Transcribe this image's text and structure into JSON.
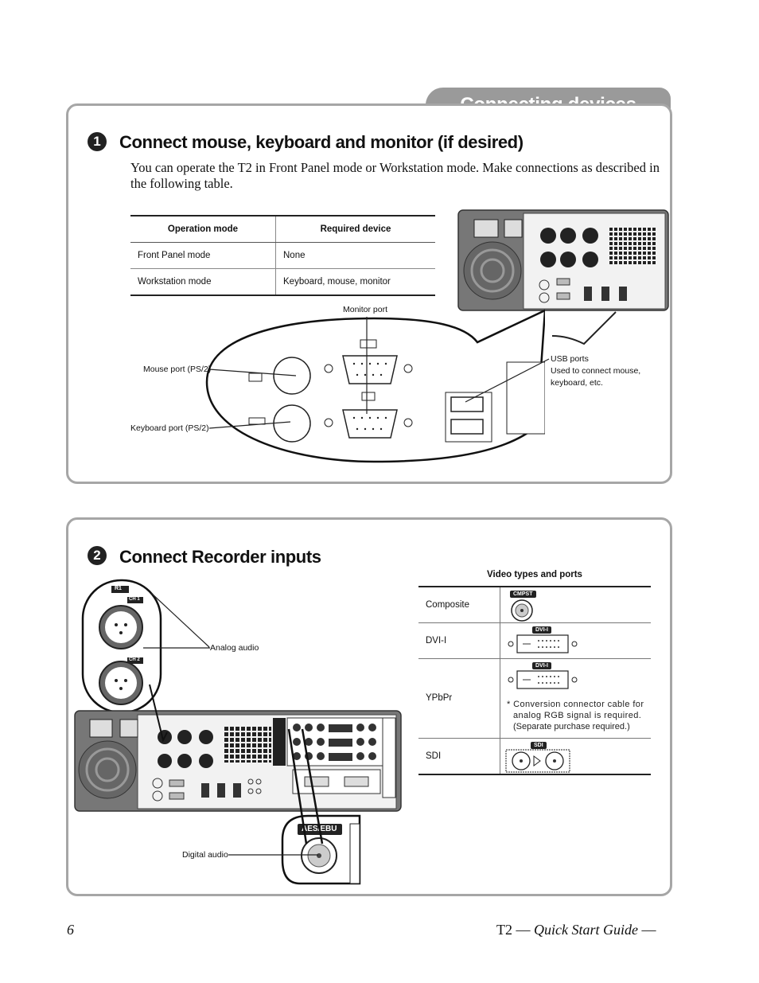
{
  "header": {
    "section_title": "Connecting devices"
  },
  "step1": {
    "number": "1",
    "title": "Connect mouse, keyboard and monitor (if desired)",
    "intro": "You can operate the T2 in Front Panel mode or Workstation mode. Make connections as described in the following table.",
    "table": {
      "headers": [
        "Operation mode",
        "Required device"
      ],
      "rows": [
        [
          "Front Panel mode",
          "None"
        ],
        [
          "Workstation mode",
          "Keyboard, mouse, monitor"
        ]
      ]
    },
    "callouts": {
      "monitor_port": "Monitor port",
      "mouse_port": "Mouse port (PS/2)",
      "keyboard_port": "Keyboard port (PS/2)",
      "usb_ports_title": "USB ports",
      "usb_ports_desc_1": "Used to connect mouse,",
      "usb_ports_desc_2": "keyboard, etc."
    }
  },
  "step2": {
    "number": "2",
    "title": "Connect Recorder inputs",
    "callouts": {
      "analog_audio": "Analog audio",
      "digital_audio": "Digital audio",
      "r1": "R1",
      "ch1": "CH 1",
      "ch2": "CH 2",
      "aes_ebu": "AES/EBU"
    },
    "video_table": {
      "title": "Video types and ports",
      "rows": [
        {
          "type": "Composite",
          "port_label": "CMPST"
        },
        {
          "type": "DVI-I",
          "port_label": "DVI-I"
        },
        {
          "type": "YPbPr",
          "port_label": "DVI-I"
        },
        {
          "type": "SDI",
          "port_label": "SDI"
        }
      ],
      "ypbpr_note_1": "* Conversion connector cable for",
      "ypbpr_note_2": "analog RGB signal is required.",
      "ypbpr_note_3": "(Separate purchase required.)"
    }
  },
  "footer": {
    "page_number": "6",
    "product": "T2",
    "dash": "—",
    "guide": "Quick Start Guide"
  }
}
